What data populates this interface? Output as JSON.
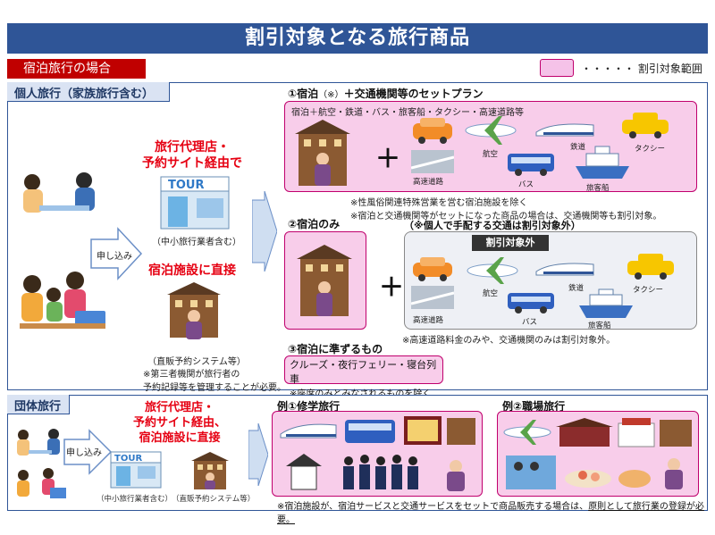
{
  "title": "割引対象となる旅行商品",
  "case_label": "宿泊旅行の場合",
  "legend": {
    "dots": "・・・・・",
    "label": "割引対象範囲"
  },
  "individual": {
    "header": "個人旅行（家族旅行含む）",
    "apply_label": "申し込み",
    "agency_title_1": "旅行代理店・",
    "agency_title_2": "予約サイト経由で",
    "agency_sub": "（中小旅行業者含む）",
    "direct_title": "宿泊施設に直接",
    "direct_sub": "（直販予約システム等）",
    "direct_note_1": "※第三者機関が旅行者の",
    "direct_note_2": "予約記録等を管理することが必要。",
    "plan1": {
      "title_a": "①宿泊",
      "title_b": "（※）",
      "title_c": "＋交通機関等のセットプラン",
      "desc": "宿泊＋航空・鉄道・バス・旅客船・タクシー・高速道路等",
      "note_1": "※性風俗関連特殊営業を営む宿泊施設を除く",
      "note_2": "※宿泊と交通機関等がセットになった商品の場合は、交通機関等も割引対象。"
    },
    "plan2": {
      "title": "②宿泊のみ",
      "side_note": "（※個人で手配する交通は割引対象外）",
      "excluded_label": "割引対象外",
      "note": "※高速道路料金のみや、交通機関のみは割引対象外。"
    },
    "plan3": {
      "title": "③宿泊に準ずるもの",
      "line_1": "クルーズ・夜行フェリー・寝台列車",
      "line_2": "※座席のみとみなされるものを除く"
    },
    "transport": {
      "plane": "航空",
      "train": "鉄道",
      "taxi": "タクシー",
      "highway": "高速道路",
      "bus": "バス",
      "ship": "旅客船"
    }
  },
  "group": {
    "header": "団体旅行",
    "apply_label": "申し込み",
    "title_1": "旅行代理店・",
    "title_2": "予約サイト経由、",
    "title_3": "宿泊施設に直接",
    "agency_sub": "（中小旅行業者含む）",
    "direct_sub": "（直販予約システム等）",
    "ex1": "例①修学旅行",
    "ex2": "例②職場旅行",
    "footer_a": "※宿泊施設が、宿泊サービスと交通サービスをセットで商品販売する場合は、",
    "footer_b": "原則として旅行業の登録が必要。"
  },
  "tour_sign": "TOUR",
  "colors": {
    "title_bg": "#2f5597",
    "red": "#e60012",
    "pink": "#f8cdea",
    "magenta": "#c0006d"
  }
}
